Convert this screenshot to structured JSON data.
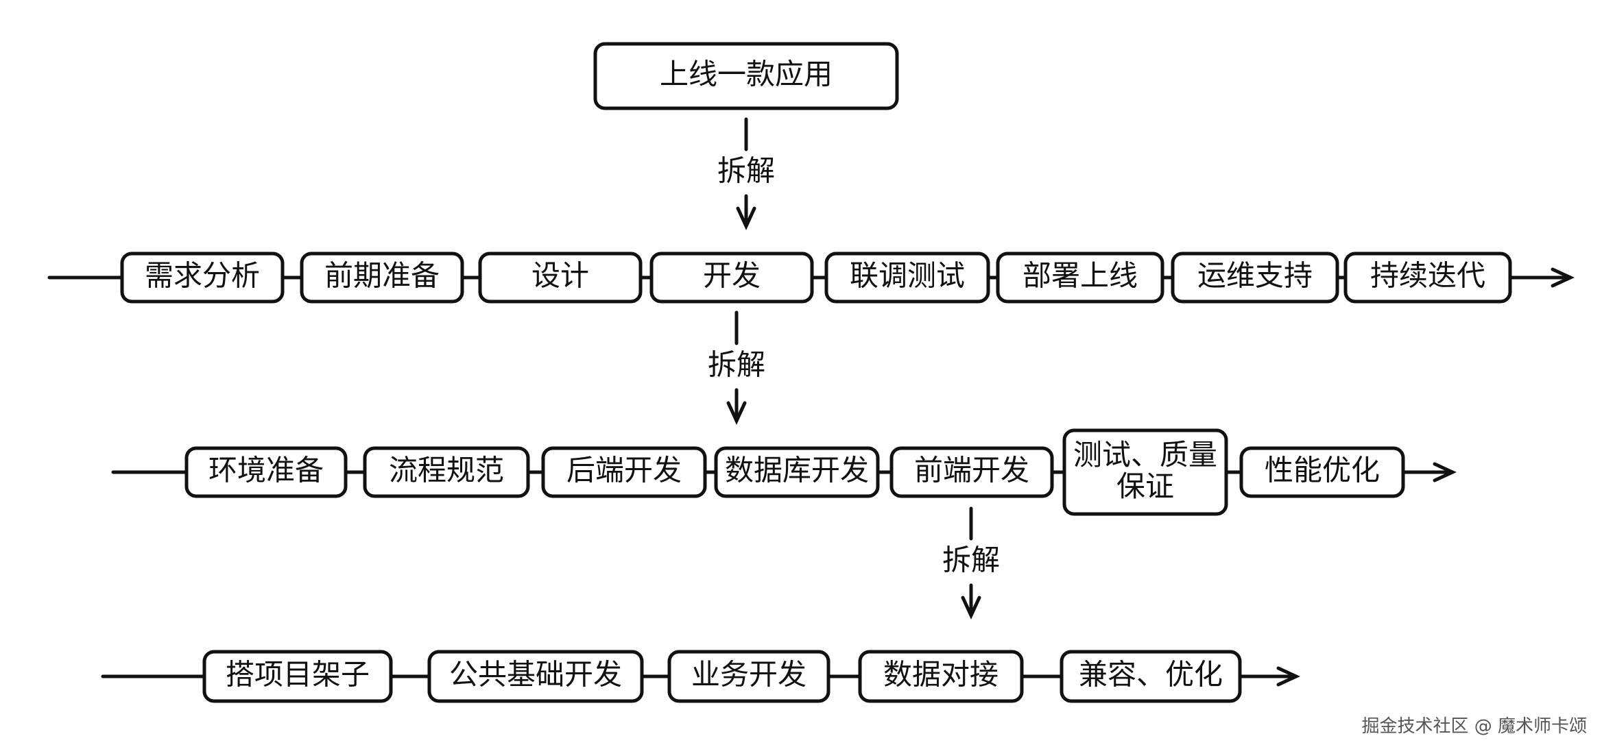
{
  "top": {
    "label": "上线一款应用"
  },
  "decompose_label": "拆解",
  "level1": [
    "需求分析",
    "前期准备",
    "设计",
    "开发",
    "联调测试",
    "部署上线",
    "运维支持",
    "持续迭代"
  ],
  "level2": [
    "环境准备",
    "流程规范",
    "后端开发",
    "数据库开发",
    "前端开发",
    "测试、质量\n保证",
    "性能优化"
  ],
  "level3": [
    "搭项目架子",
    "公共基础开发",
    "业务开发",
    "数据对接",
    "兼容、优化"
  ],
  "watermark": "掘金技术社区 @ 魔术师卡颂"
}
